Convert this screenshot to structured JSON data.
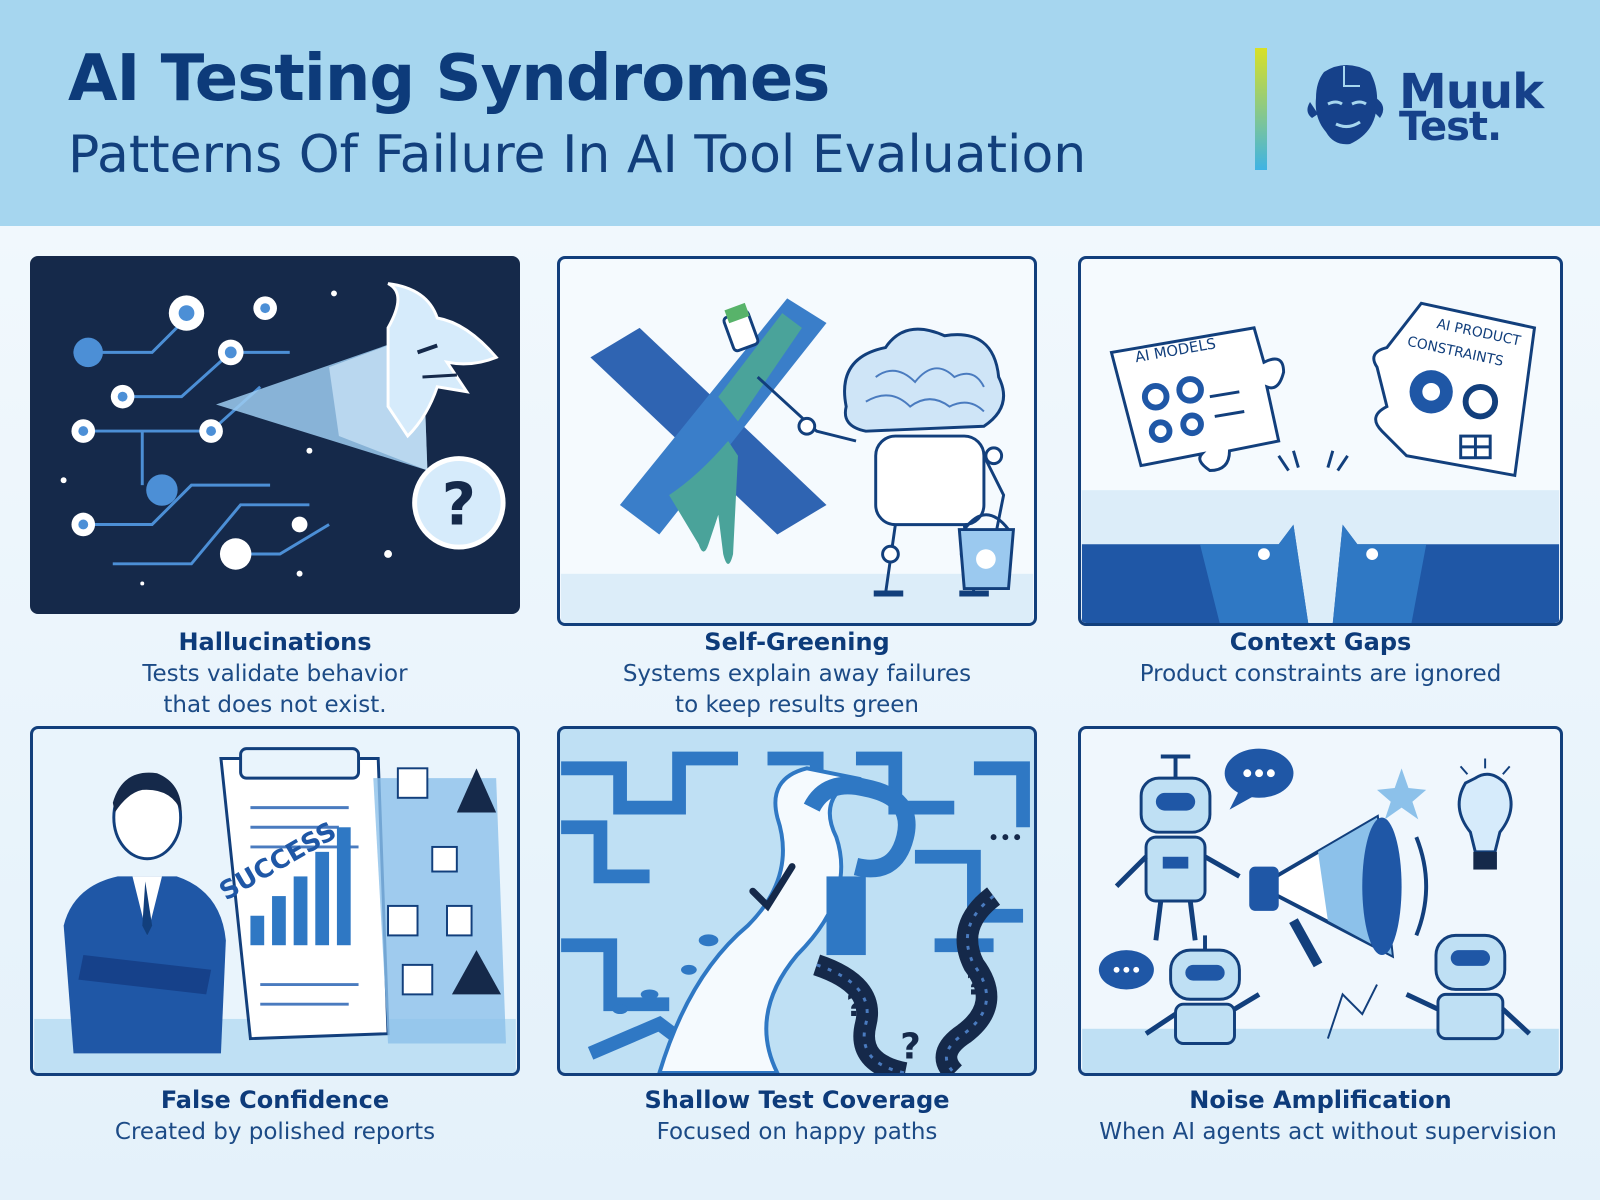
{
  "header": {
    "title": "AI Testing Syndromes",
    "subtitle": "Patterns Of Failure In AI Tool Evaluation"
  },
  "logo": {
    "line1": "Muuk",
    "line2": "Test."
  },
  "cards": [
    {
      "title": "Hallucinations",
      "desc_line1": "Tests validate behavior",
      "desc_line2": "that does not exist."
    },
    {
      "title": "Self-Greening",
      "desc_line1": "Systems explain away failures",
      "desc_line2": "to keep results green"
    },
    {
      "title": "Context Gaps",
      "desc_line1": "Product constraints are ignored",
      "desc_line2": "",
      "labels": {
        "left_piece": "AI MODELS",
        "right_piece_line1": "AI PRODUCT",
        "right_piece_line2": "CONSTRAINTS"
      }
    },
    {
      "title": "False Confidence",
      "desc_line1": "Created by polished reports",
      "desc_line2": "",
      "labels": {
        "report_stamp": "SUCCESS"
      }
    },
    {
      "title": "Shallow Test Coverage",
      "desc_line1": "Focused on happy paths",
      "desc_line2": ""
    },
    {
      "title": "Noise Amplification",
      "desc_line1": "When AI agents act without supervision",
      "desc_line2": ""
    }
  ],
  "colors": {
    "header_bg": "#a6d6ef",
    "title": "#0d3b7a",
    "dark_panel": "#15294a",
    "accent_blue": "#2f78c4",
    "light_blue": "#bfe0f4"
  },
  "icons": [
    "muuktest-logo-icon",
    "question-icon",
    "dragon-icon",
    "robot-icon",
    "brain-icon",
    "paint-brush-icon",
    "bucket-icon",
    "gear-icon",
    "puzzle-icon",
    "warning-icon",
    "megaphone-icon",
    "lightbulb-icon",
    "checkmark-icon",
    "speech-bubble-icon"
  ]
}
